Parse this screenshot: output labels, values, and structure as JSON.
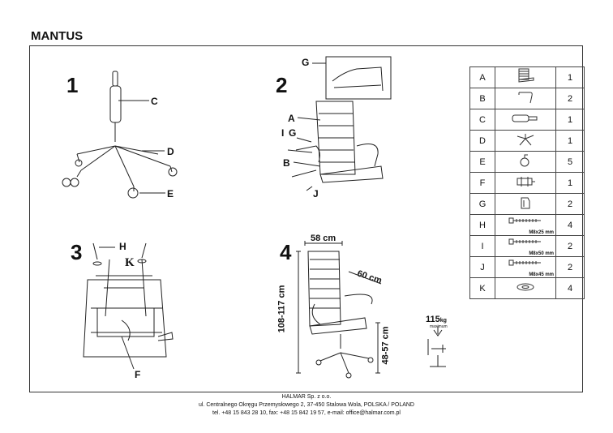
{
  "title": "MANTUS",
  "steps": [
    "1",
    "2",
    "3",
    "4"
  ],
  "callouts": {
    "s1": [
      "C",
      "D",
      "E"
    ],
    "s2": [
      "G",
      "A",
      "I",
      "G",
      "B",
      "J"
    ],
    "s3": [
      "H",
      "K",
      "F"
    ]
  },
  "dimensions": {
    "width": "58 cm",
    "depth": "60 cm",
    "height": "108-117 cm",
    "seat_height": "48-57 cm",
    "max_load": "115",
    "max_load_unit": "kg",
    "max_load_note": "maximum"
  },
  "parts": [
    {
      "letter": "A",
      "icon": "backrest-seat-icon",
      "qty": "1"
    },
    {
      "letter": "B",
      "icon": "armrest-icon",
      "qty": "2"
    },
    {
      "letter": "C",
      "icon": "gas-lift-icon",
      "qty": "1"
    },
    {
      "letter": "D",
      "icon": "star-base-icon",
      "qty": "1"
    },
    {
      "letter": "E",
      "icon": "caster-icon",
      "qty": "5"
    },
    {
      "letter": "F",
      "icon": "mechanism-icon",
      "qty": "1"
    },
    {
      "letter": "G",
      "icon": "connector-icon",
      "qty": "2"
    },
    {
      "letter": "H",
      "icon": "bolt-icon",
      "spec": "M8x25 mm",
      "qty": "4"
    },
    {
      "letter": "I",
      "icon": "bolt-icon",
      "spec": "M8x50 mm",
      "qty": "2"
    },
    {
      "letter": "J",
      "icon": "bolt-icon",
      "spec": "M8x45 mm",
      "qty": "2"
    },
    {
      "letter": "K",
      "icon": "washer-icon",
      "qty": "4"
    }
  ],
  "footer": {
    "line1": "HALMAR Sp. z o.o.",
    "line2": "ul. Centralnego Okręgu Przemysłowego 2, 37-450 Stalowa Wola, POLSKA / POLAND",
    "line3": "tel. +48 15 843 28 10, fax: +48 15 842 19 57, e-mail: office@halmar.com.pl"
  }
}
